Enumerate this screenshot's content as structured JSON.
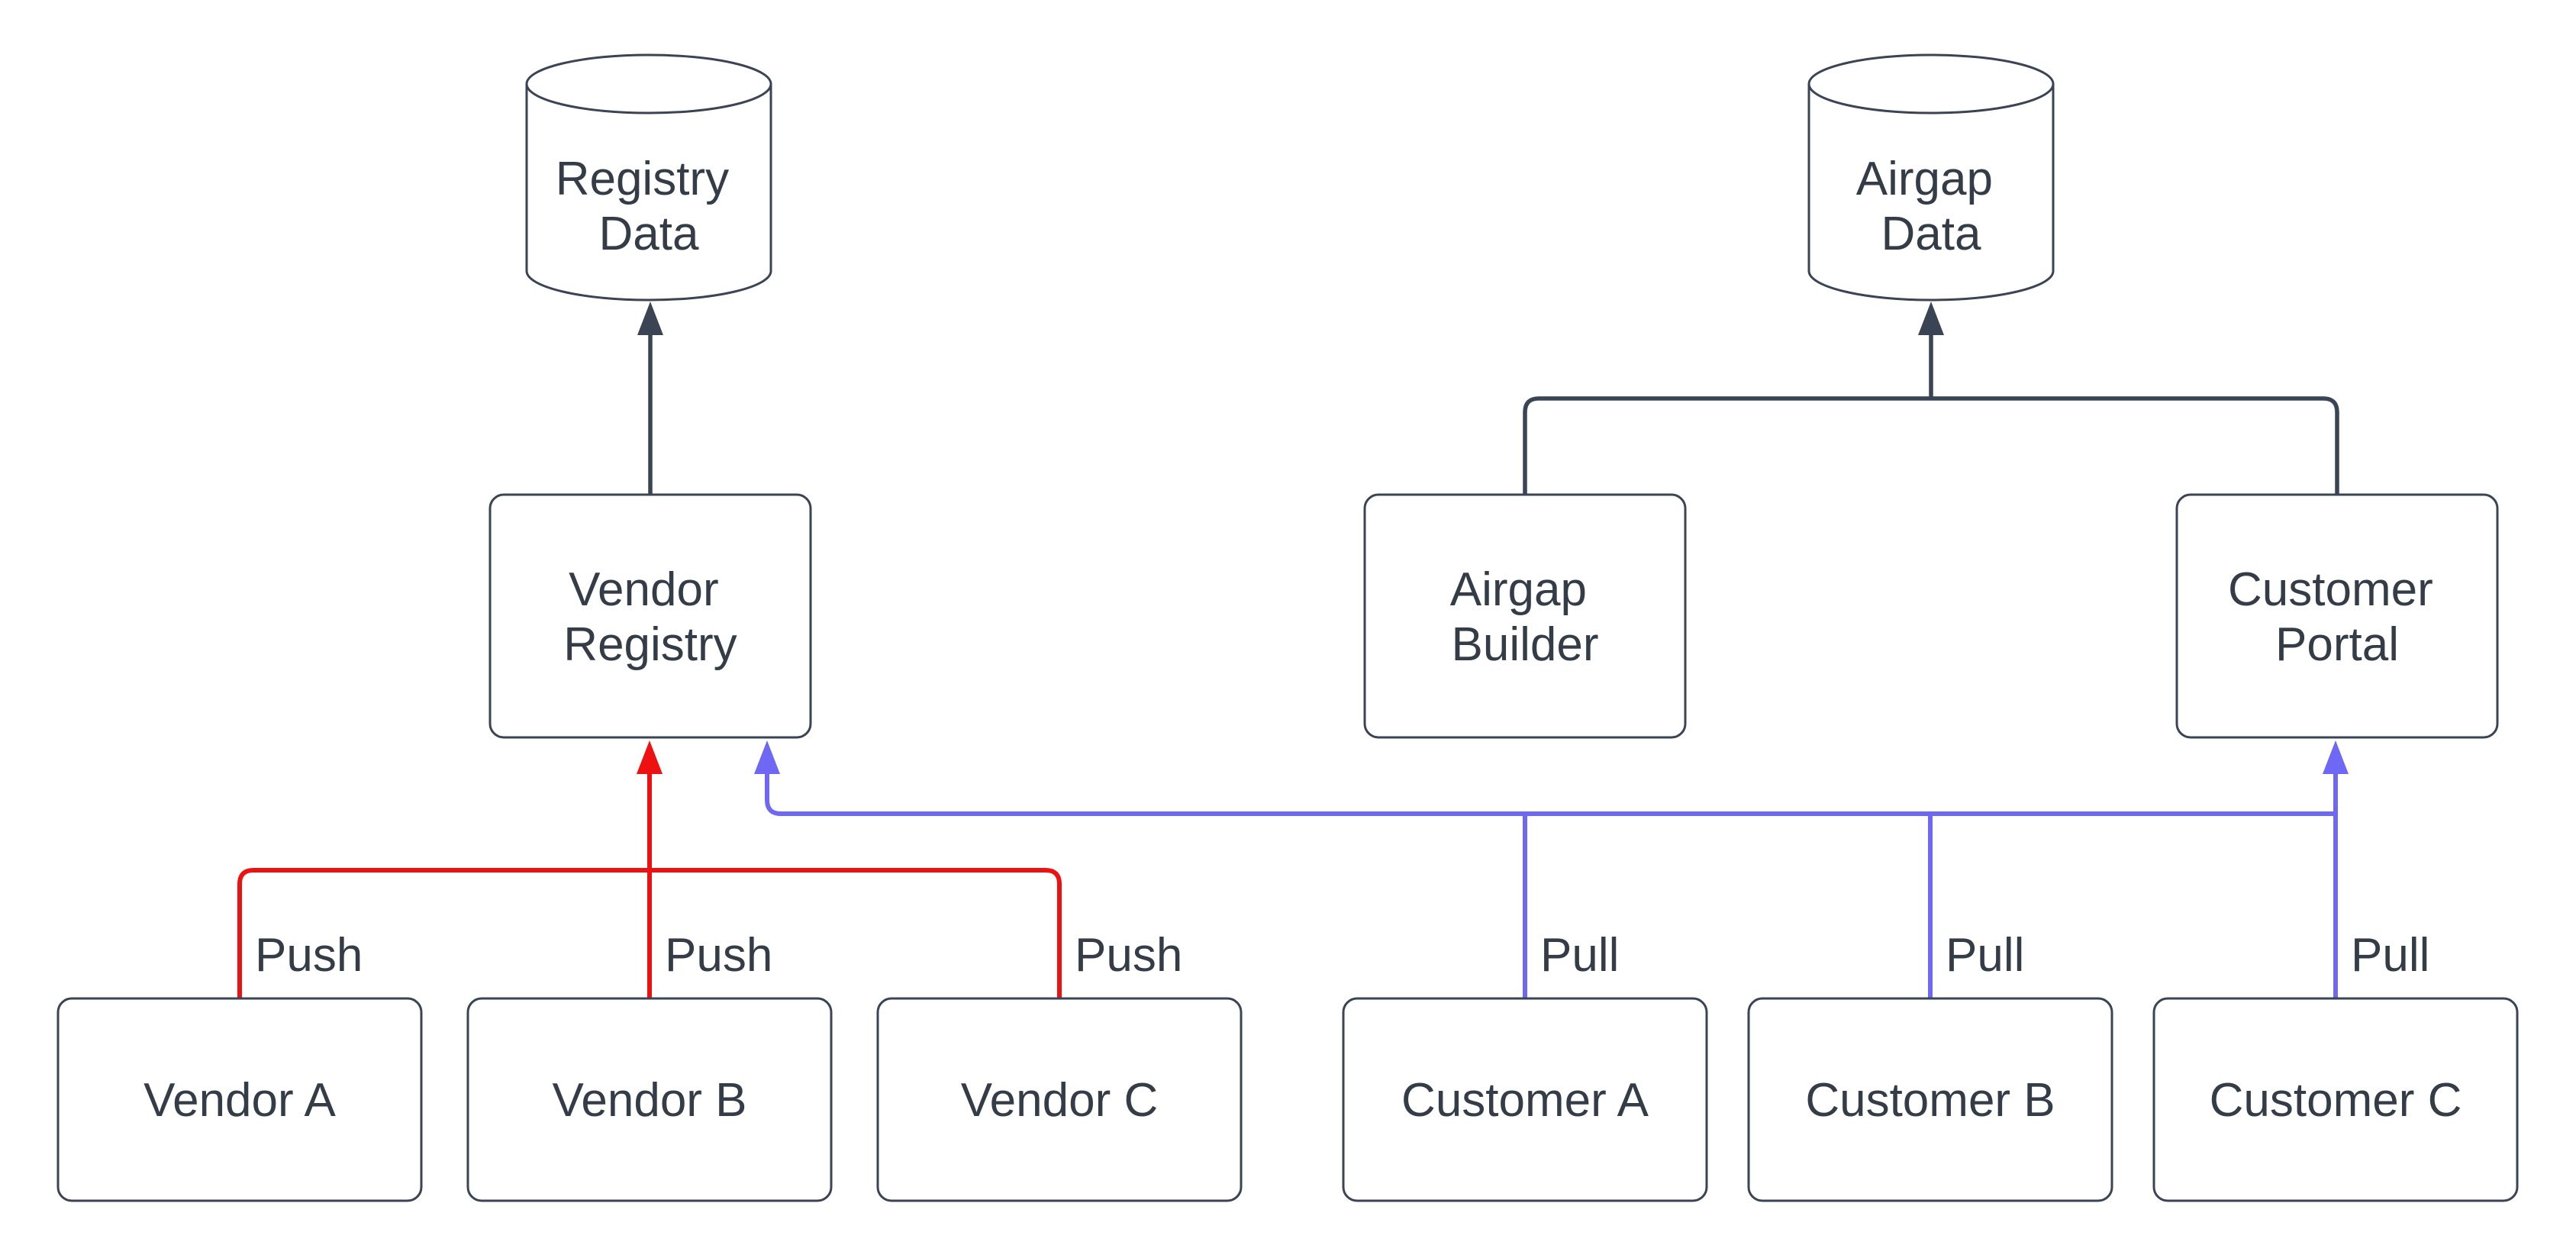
{
  "colors": {
    "background": "#ffffff",
    "dark_line": "#3a4454",
    "red_line": "#ee1111",
    "blue_line": "#6f68f4",
    "text": "#343d47"
  },
  "nodes": {
    "registry_data": {
      "lines": [
        "Registry",
        "Data"
      ]
    },
    "airgap_data": {
      "lines": [
        "Airgap",
        "Data"
      ]
    },
    "vendor_registry": {
      "lines": [
        "Vendor",
        "Registry"
      ]
    },
    "airgap_builder": {
      "lines": [
        "Airgap",
        "Builder"
      ]
    },
    "customer_portal": {
      "lines": [
        "Customer",
        "Portal"
      ]
    },
    "vendor_a": {
      "label": "Vendor A"
    },
    "vendor_b": {
      "label": "Vendor B"
    },
    "vendor_c": {
      "label": "Vendor C"
    },
    "customer_a": {
      "label": "Customer A"
    },
    "customer_b": {
      "label": "Customer B"
    },
    "customer_c": {
      "label": "Customer C"
    }
  },
  "edge_labels": {
    "push": "Push",
    "pull": "Pull"
  }
}
